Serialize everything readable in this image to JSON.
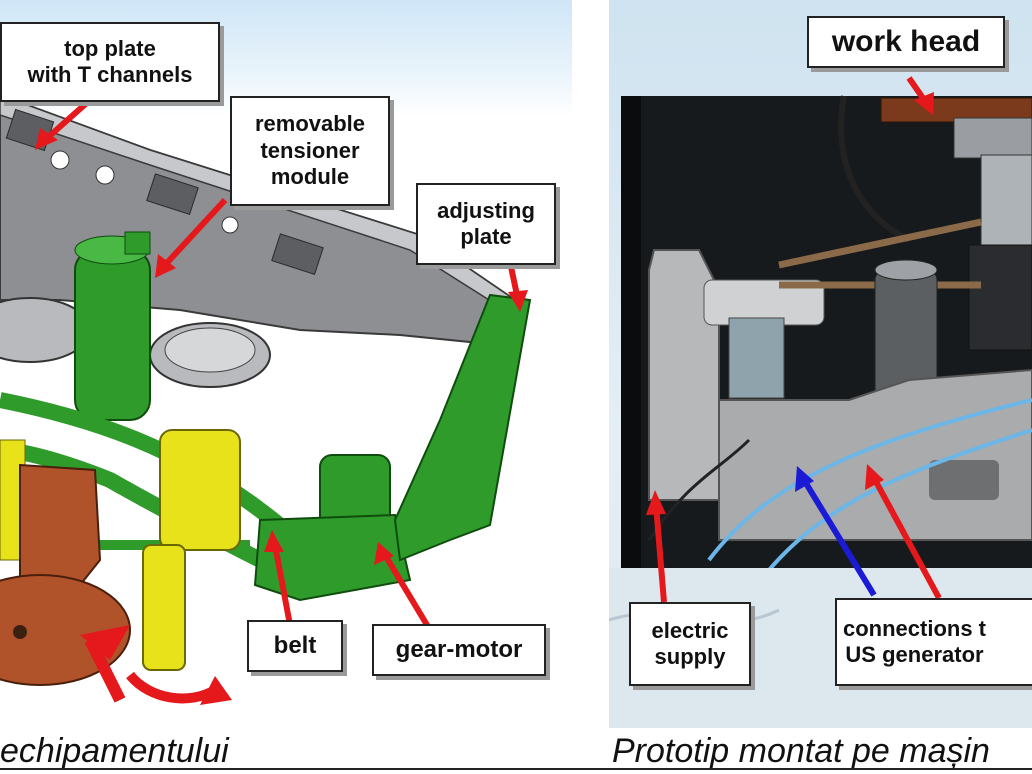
{
  "left_panel": {
    "labels": {
      "top_plate": "top plate\nwith T channels",
      "tensioner": "removable\ntensioner\nmodule",
      "adjusting": "adjusting\nplate",
      "belt": "belt",
      "gear_motor": "gear-motor"
    },
    "caption": "echipamentului"
  },
  "right_panel": {
    "labels": {
      "work_head": "work head",
      "electric_supply": "electric\nsupply",
      "connections": "connections t\nUS generator"
    },
    "caption": "Prototip montat pe mașin"
  },
  "colors": {
    "arrow_red": "#e5191c",
    "arrow_blue": "#1b1bd6",
    "motor_green": "#2e9b2b",
    "collet_yellow": "#e8e21a",
    "copper": "#b0522a",
    "steel_grey": "#8d8f93"
  }
}
